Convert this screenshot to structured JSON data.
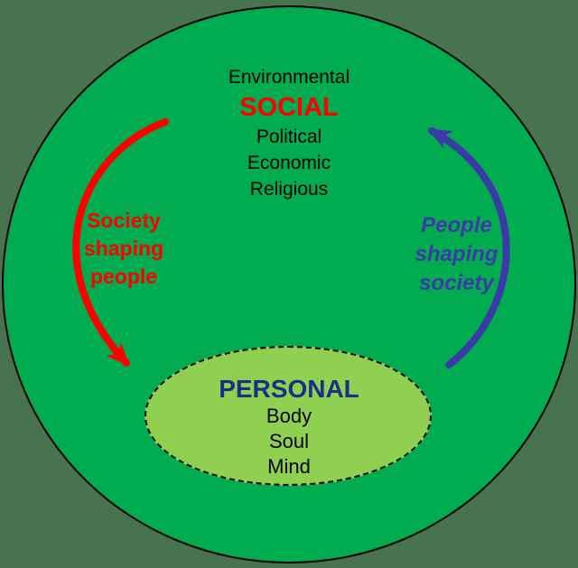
{
  "colors": {
    "page_background": "#47734E",
    "social_circle_fill": "#00AC4F",
    "social_circle_border": "#000000",
    "personal_ellipse_fill": "#8FD050",
    "personal_ellipse_border": "#000000",
    "social_title_color": "#FF0000",
    "personal_title_color": "#1C2E86",
    "left_arrow_color": "#FF0000",
    "right_arrow_color": "#3B3BA8",
    "body_text_color": "#000000"
  },
  "social_circle": {
    "top_label": "Environmental",
    "title": "SOCIAL",
    "items": [
      "Political",
      "Economic",
      "Religious"
    ]
  },
  "personal_ellipse": {
    "title": "PERSONAL",
    "items": [
      "Body",
      "Soul",
      "Mind"
    ]
  },
  "arrows": {
    "left": {
      "lines": [
        "Society",
        "shaping",
        "people"
      ],
      "color": "#FF0000",
      "direction": "from-social-down-to-personal"
    },
    "right": {
      "lines": [
        "People",
        "shaping",
        "society"
      ],
      "color": "#3B3BA8",
      "direction": "from-personal-up-to-social"
    }
  }
}
